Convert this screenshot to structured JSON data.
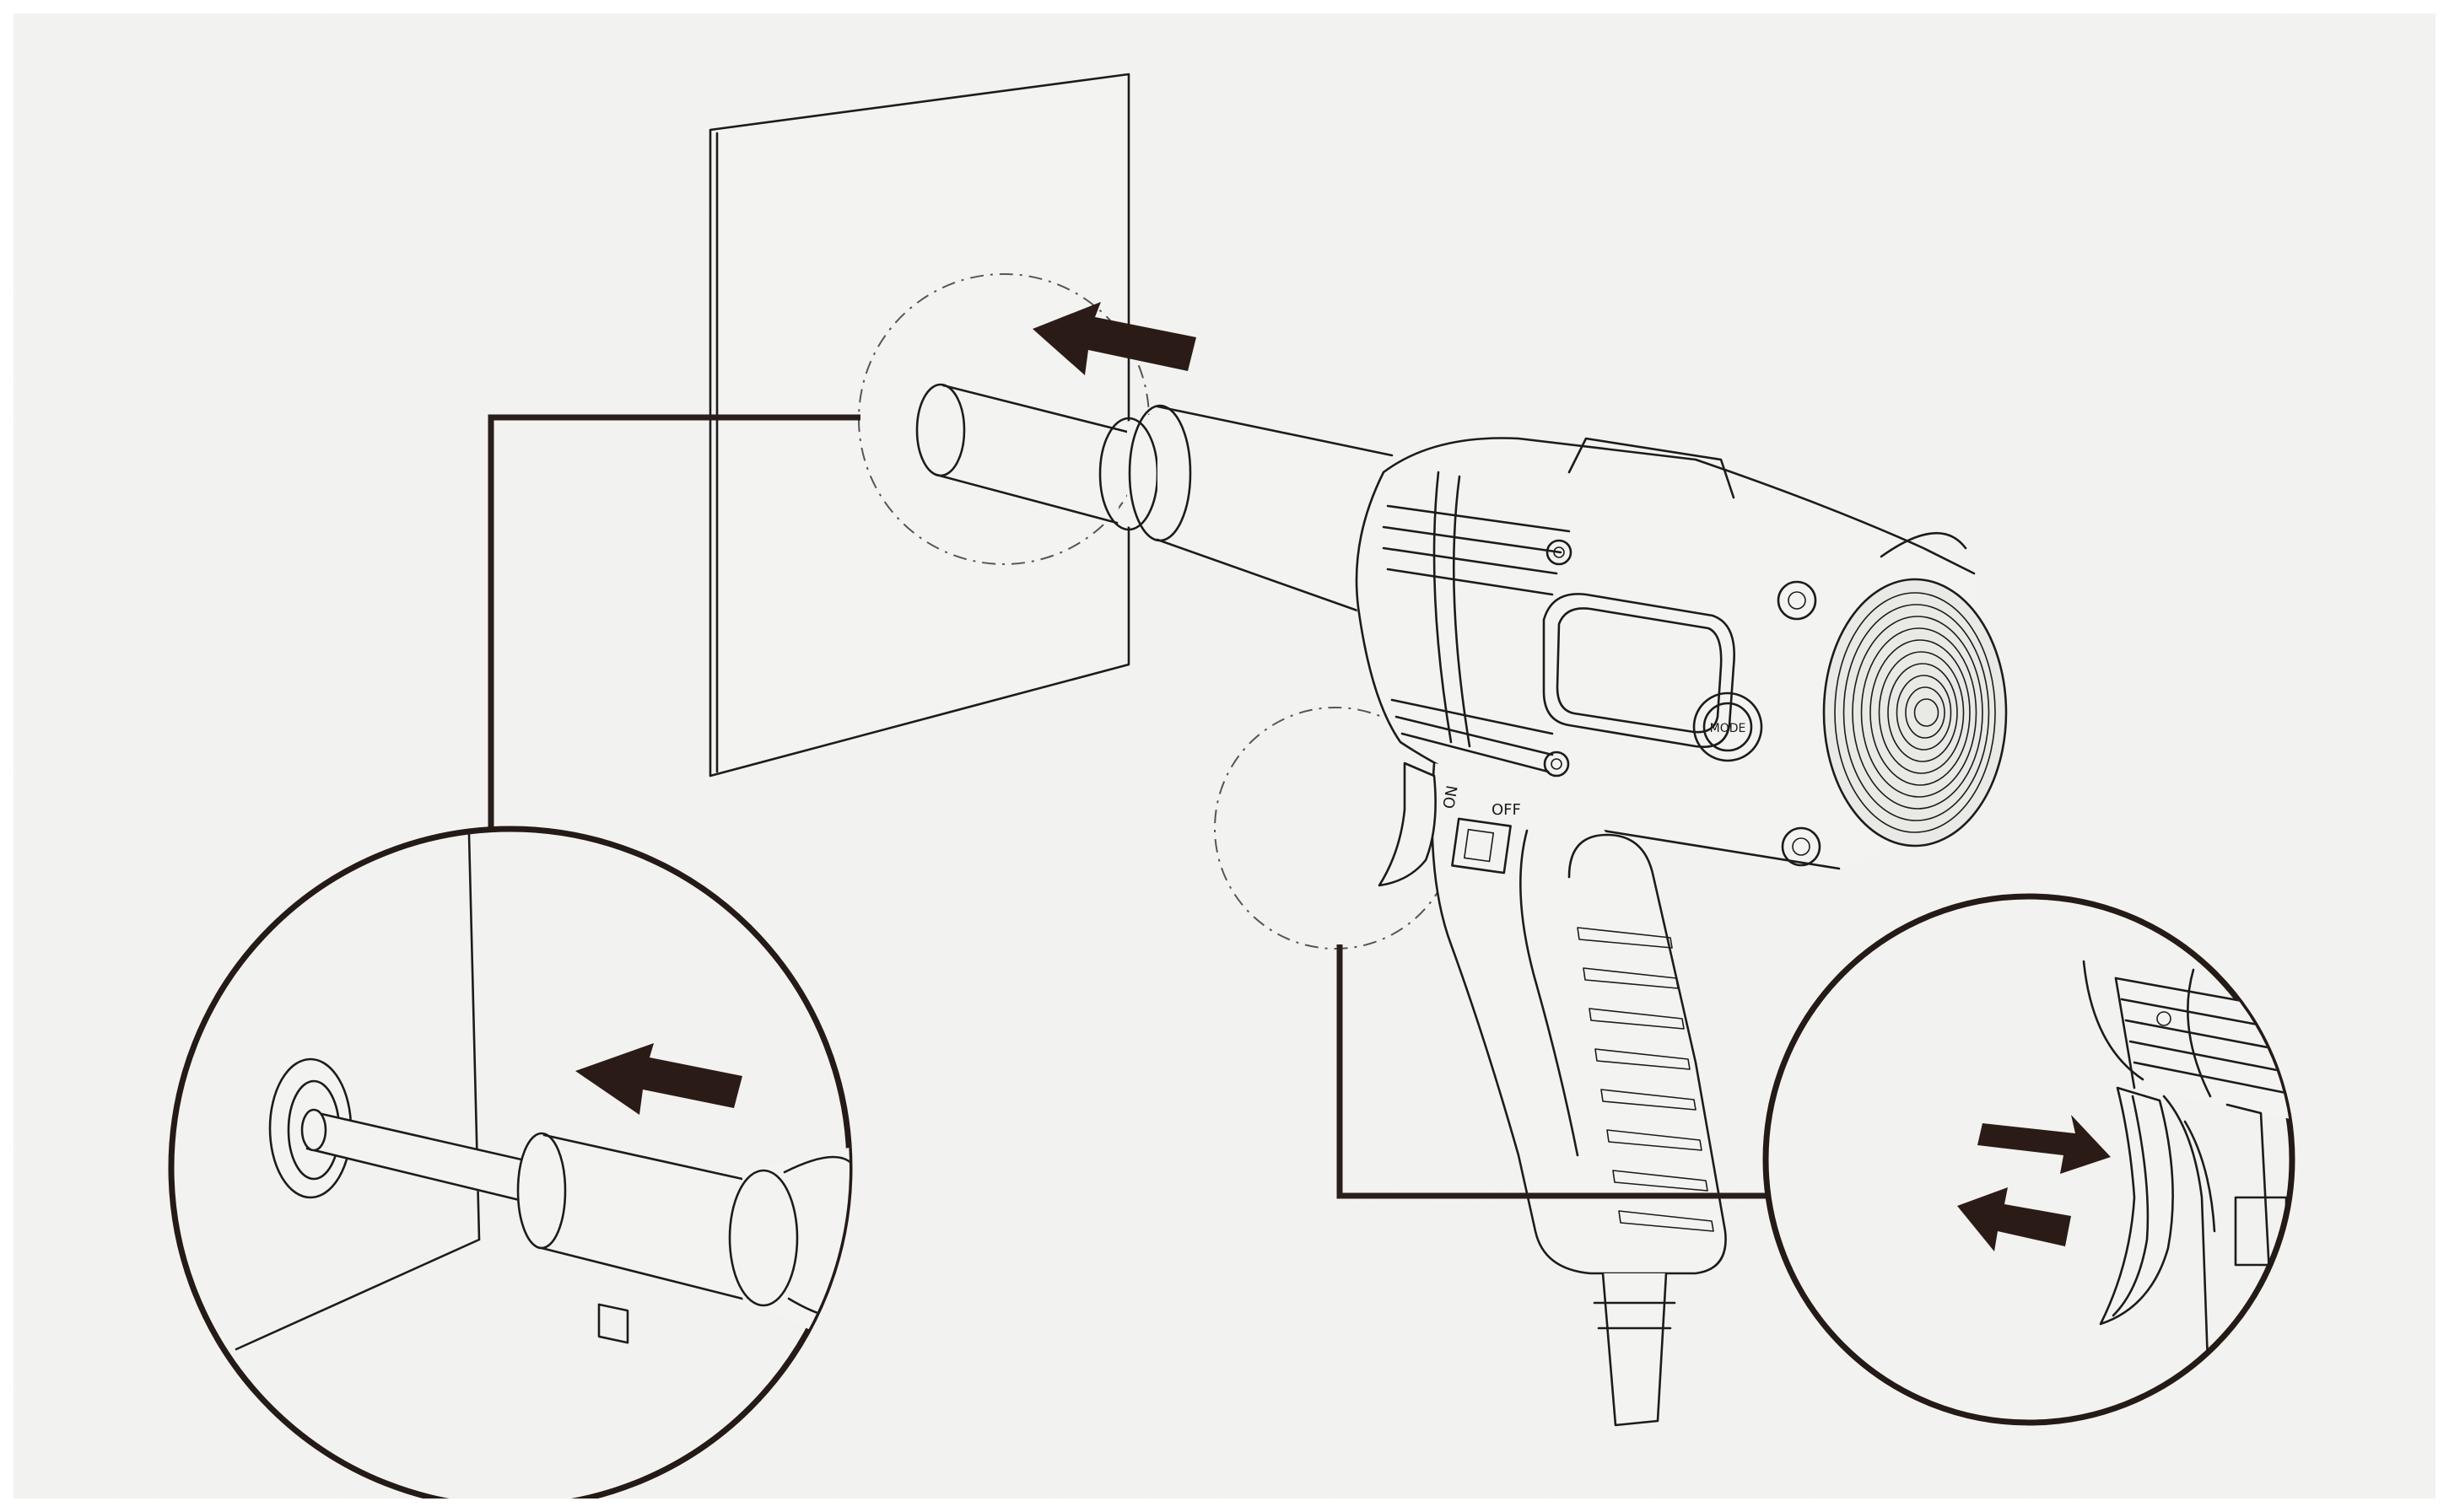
{
  "figure": {
    "background_color": "#f1f1ef",
    "line_color": "#1c1c1c",
    "callout_color": "#2a1e1a"
  },
  "gun": {
    "switch_on_label": "ON",
    "switch_off_label": "OFF",
    "mode_button_label": "MODE"
  }
}
